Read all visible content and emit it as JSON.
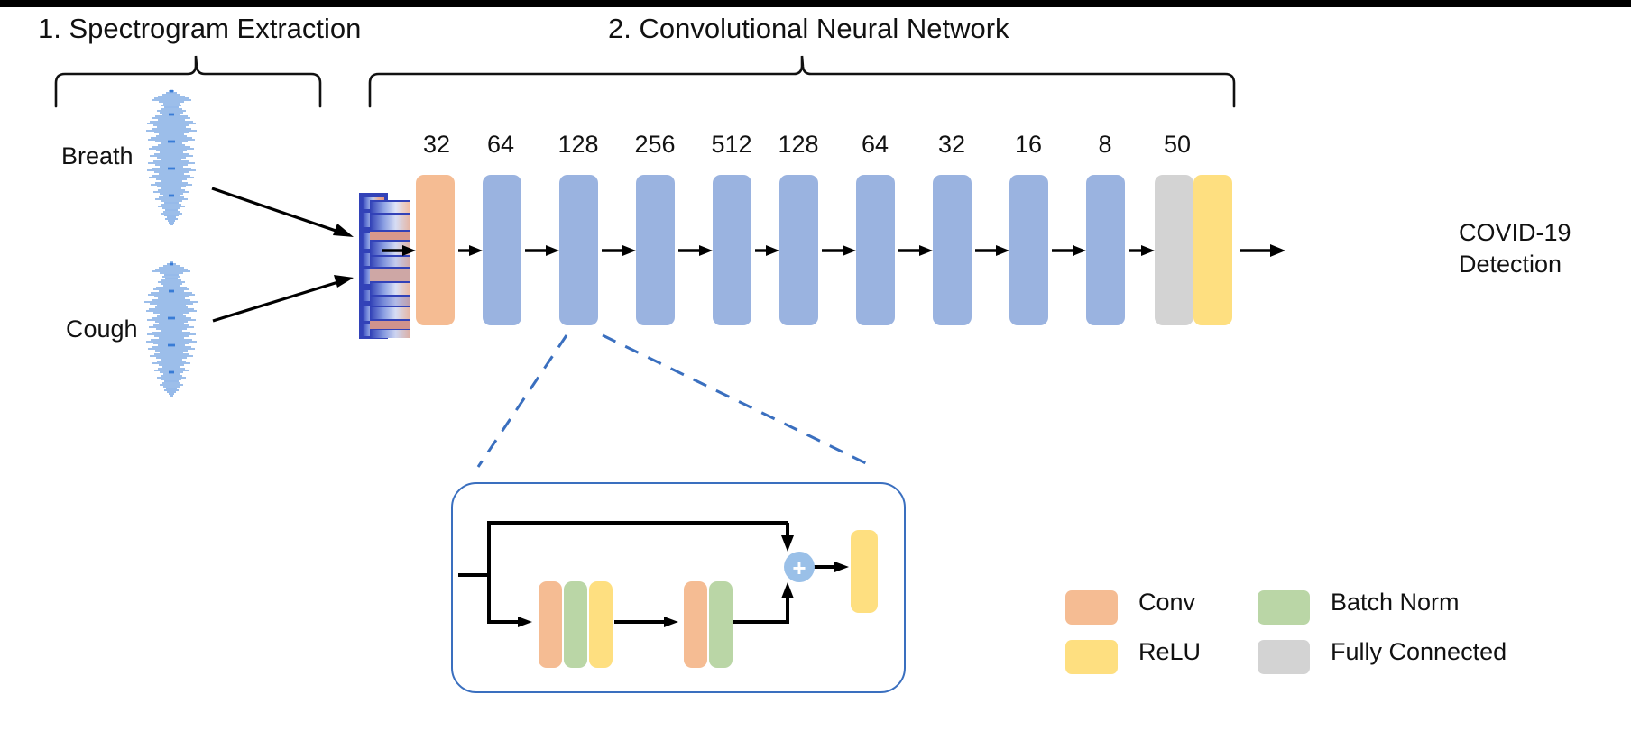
{
  "figure": {
    "section1_title": "1. Spectrogram Extraction",
    "section2_title": "2. Convolutional Neural Network",
    "output_line1": "COVID-19",
    "output_line2": "Detection"
  },
  "inputs": [
    {
      "label": "Breath",
      "icon": "waveform-icon"
    },
    {
      "label": "Cough",
      "icon": "waveform-icon"
    }
  ],
  "spectrogram": {
    "name": "spectrogram-thumbnail"
  },
  "layers": [
    {
      "label": "32",
      "type": "conv",
      "color": "#F5BC93"
    },
    {
      "label": "64",
      "type": "residual",
      "color": "#9AB3E0"
    },
    {
      "label": "128",
      "type": "residual",
      "color": "#9AB3E0"
    },
    {
      "label": "256",
      "type": "residual",
      "color": "#9AB3E0"
    },
    {
      "label": "512",
      "type": "residual",
      "color": "#9AB3E0"
    },
    {
      "label": "128",
      "type": "residual",
      "color": "#9AB3E0"
    },
    {
      "label": "64",
      "type": "residual",
      "color": "#9AB3E0"
    },
    {
      "label": "32",
      "type": "residual",
      "color": "#9AB3E0"
    },
    {
      "label": "16",
      "type": "residual",
      "color": "#9AB3E0"
    },
    {
      "label": "8",
      "type": "residual",
      "color": "#9AB3E0"
    },
    {
      "label": "50",
      "type": "fc_relu",
      "color": "#D3D3D3",
      "color2": "#FEDF80"
    }
  ],
  "legend": [
    {
      "label": "Conv",
      "color": "#F5BC93"
    },
    {
      "label": "Batch Norm",
      "color": "#BAD6A6"
    },
    {
      "label": "ReLU",
      "color": "#FEDF80"
    },
    {
      "label": "Fully Connected",
      "color": "#D3D3D3"
    }
  ],
  "residual_detail": {
    "name": "residual-block-detail",
    "blocks": [
      {
        "type": "conv",
        "color": "#F5BC93"
      },
      {
        "type": "batch-norm",
        "color": "#BAD6A6"
      },
      {
        "type": "relu",
        "color": "#FEDF80"
      },
      {
        "type": "conv",
        "color": "#F5BC93"
      },
      {
        "type": "batch-norm",
        "color": "#BAD6A6"
      },
      {
        "type": "relu-out",
        "color": "#FEDF80"
      }
    ],
    "add_symbol": "+"
  },
  "colors": {
    "conv": "#F5BC93",
    "residual": "#9AB3E0",
    "batch_norm": "#BAD6A6",
    "relu": "#FEDF80",
    "fully_connected": "#D3D3D3",
    "panel_border": "#3a6fbf",
    "waveform": "#2E75D4",
    "arrow": "#000000"
  }
}
